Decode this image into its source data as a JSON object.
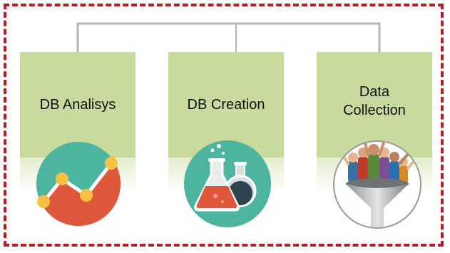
{
  "diagram": {
    "boxes": [
      {
        "label": "DB Analisys",
        "icon": "analytics-chart-icon"
      },
      {
        "label": "DB Creation",
        "icon": "lab-flask-icon"
      },
      {
        "label_lines": [
          "Data",
          "Collection"
        ],
        "icon": "people-funnel-icon"
      }
    ]
  },
  "colors": {
    "border": "#b21f24",
    "box": "#c9da9f",
    "connector": "#b5b5b5",
    "teal": "#4db59f",
    "chart_red": "#e0583c",
    "chart_dot": "#f5c243"
  }
}
